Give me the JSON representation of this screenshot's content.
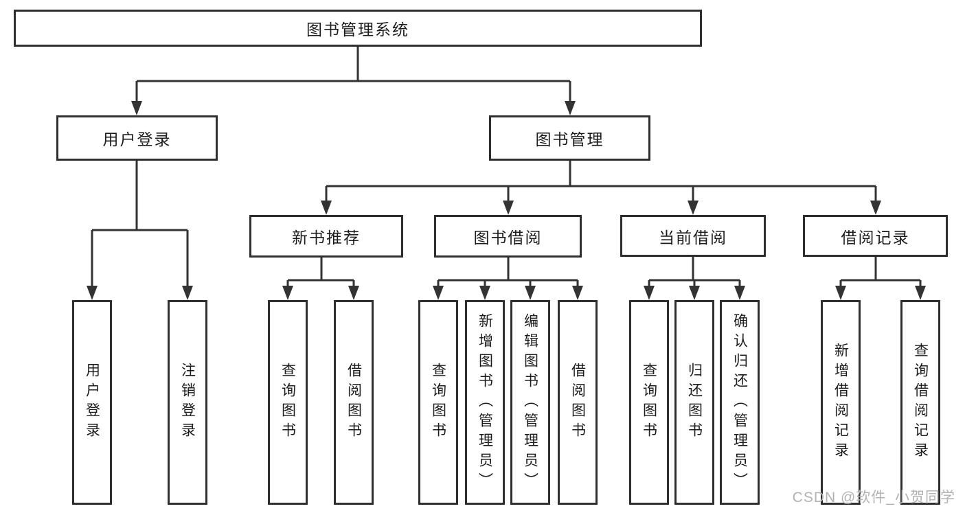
{
  "tree": {
    "label": "图书管理系统",
    "children": [
      {
        "label": "用户登录",
        "children": [
          {
            "label": "用户登录"
          },
          {
            "label": "注销登录"
          }
        ]
      },
      {
        "label": "图书管理",
        "children": [
          {
            "label": "新书推荐",
            "children": [
              {
                "label": "查询图书"
              },
              {
                "label": "借阅图书"
              }
            ]
          },
          {
            "label": "图书借阅",
            "children": [
              {
                "label": "查询图书"
              },
              {
                "label": "新增图书（管理员）"
              },
              {
                "label": "编辑图书（管理员）"
              },
              {
                "label": "借阅图书"
              }
            ]
          },
          {
            "label": "当前借阅",
            "children": [
              {
                "label": "查询图书"
              },
              {
                "label": "归还图书"
              },
              {
                "label": "确认归还（管理员）"
              }
            ]
          },
          {
            "label": "借阅记录",
            "children": [
              {
                "label": "新增借阅记录"
              },
              {
                "label": "查询借阅记录"
              }
            ]
          }
        ]
      }
    ]
  },
  "watermark": "CSDN @软件_小贺同学",
  "colors": {
    "line": "#333333",
    "box_border": "#2e2e2e",
    "box_fill": "#ffffff",
    "text": "#1c1c1c",
    "watermark": "#b2b2b2",
    "background": "#ffffff"
  }
}
